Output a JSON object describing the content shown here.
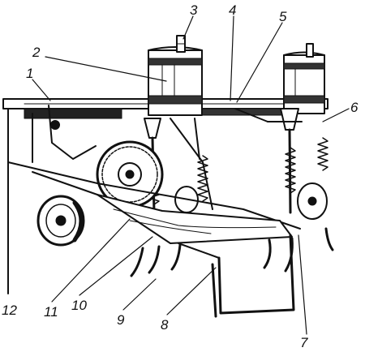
{
  "figure": {
    "ink_color": "#111111",
    "paper_color": "#ffffff",
    "labels": [
      "1",
      "2",
      "3",
      "4",
      "5",
      "6",
      "7",
      "8",
      "9",
      "10",
      "11",
      "12"
    ]
  }
}
